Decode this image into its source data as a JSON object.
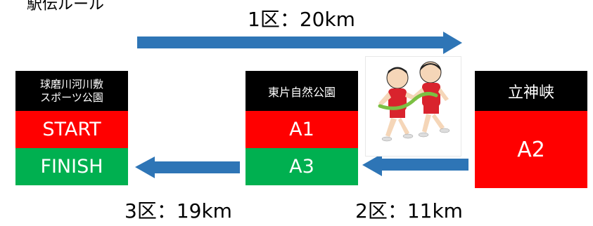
{
  "title": "駅伝ルール",
  "segments": [
    {
      "label": "1区：20km"
    },
    {
      "label": "2区：11km"
    },
    {
      "label": "3区：19km"
    }
  ],
  "stations": [
    {
      "name": "球磨川河川敷\nスポーツ公園",
      "cells": [
        "START",
        "FINISH"
      ]
    },
    {
      "name": "東片自然公園",
      "cells": [
        "A1",
        "A3"
      ]
    },
    {
      "name": "立神峡",
      "cells": [
        "A2"
      ]
    }
  ],
  "image": {
    "icon": "relay-runners-icon"
  },
  "colors": {
    "arrow": "#2e75b6",
    "red": "#ff0000",
    "green": "#00b050",
    "header": "#000000"
  }
}
